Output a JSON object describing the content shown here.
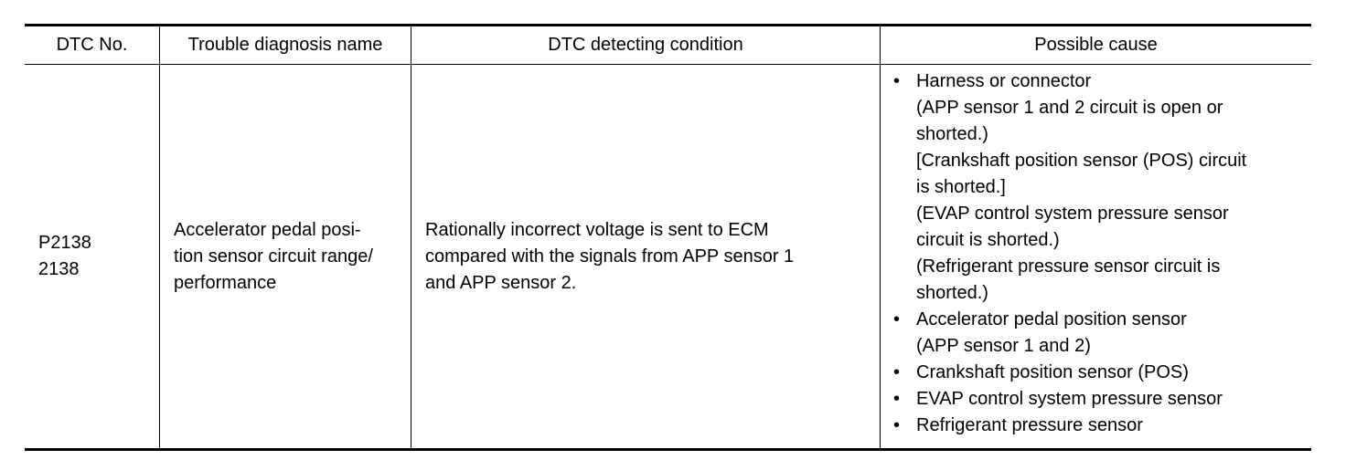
{
  "table": {
    "headers": [
      "DTC No.",
      "Trouble diagnosis name",
      "DTC detecting condition",
      "Possible cause"
    ],
    "row": {
      "dtc_no": "P2138\n2138",
      "trouble_name": "Accelerator pedal posi-\ntion sensor circuit range/\nperformance",
      "condition": "Rationally incorrect voltage is sent to ECM\ncompared with the signals from APP sensor 1\nand APP sensor 2.",
      "causes": [
        "Harness or connector\n(APP sensor 1 and 2 circuit is open or\nshorted.)\n[Crankshaft position sensor (POS) circuit\nis shorted.]\n(EVAP control system pressure sensor\ncircuit is shorted.)\n(Refrigerant pressure sensor circuit is\nshorted.)",
        "Accelerator pedal position sensor\n(APP sensor 1 and 2)",
        "Crankshaft position sensor (POS)",
        "EVAP control system pressure sensor",
        "Refrigerant pressure sensor"
      ]
    }
  }
}
